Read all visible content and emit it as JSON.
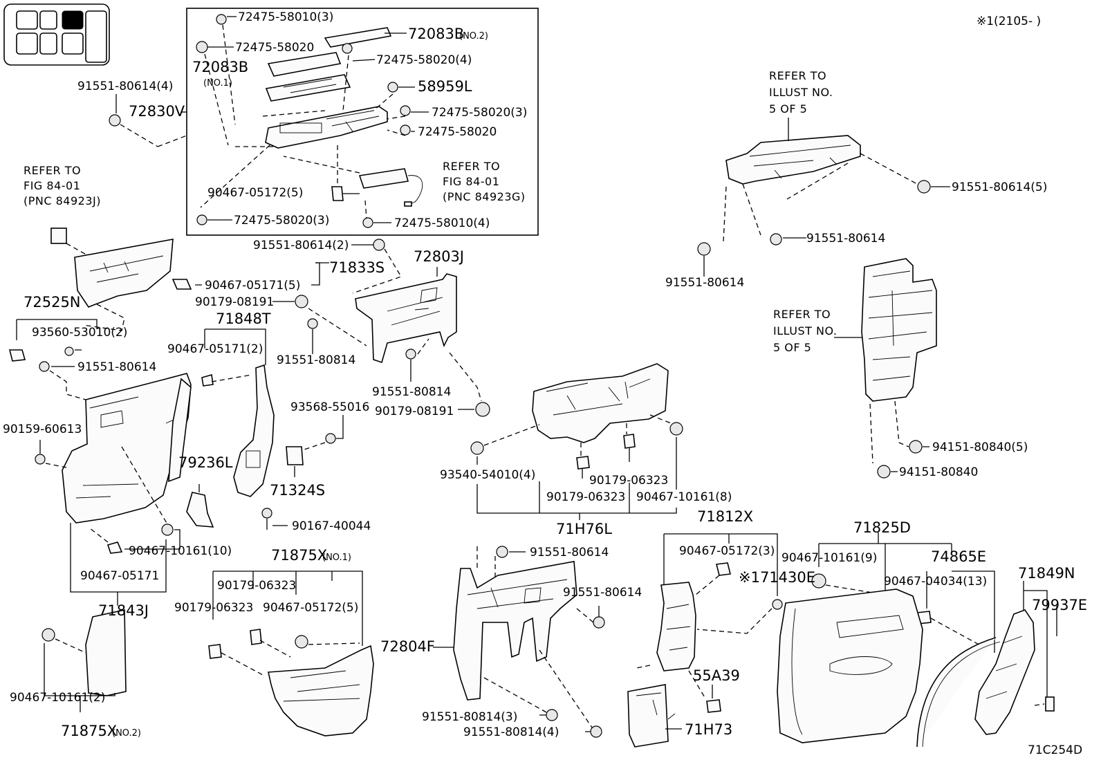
{
  "header": {
    "note": "※1(2105-  )",
    "figure_code": "71C254D"
  },
  "legend": {
    "cells": [
      {
        "id": "front-left",
        "filled": false
      },
      {
        "id": "front-center",
        "filled": true
      },
      {
        "id": "front-right",
        "filled": false
      },
      {
        "id": "rear-left",
        "filled": false
      },
      {
        "id": "rear-center",
        "filled": false
      },
      {
        "id": "rear-right",
        "filled": false
      }
    ]
  },
  "references": {
    "fig_84923J": [
      "REFER TO",
      "FIG 84-01",
      "(PNC 84923J)"
    ],
    "fig_84923G": [
      "REFER TO",
      "FIG 84-01",
      "(PNC 84923G)"
    ],
    "illust_upper": [
      "REFER TO",
      "ILLUST NO.",
      "5 OF 5"
    ],
    "illust_lower": [
      "REFER TO",
      "ILLUST NO.",
      "5 OF 5"
    ]
  },
  "inset_box": {
    "p_72475_58010_3": "72475-58010(3)",
    "p_72083B_no2": "72083B",
    "p_72083B_no2_sub": "(NO.2)",
    "p_72475_58020_a": "72475-58020",
    "p_72475_58020_4": "72475-58020(4)",
    "p_72083B_no1": "72083B",
    "p_72083B_no1_sub": "(NO.1)",
    "p_58959L": "58959L",
    "p_72475_58020_3a": "72475-58020(3)",
    "p_72475_58020_b": "72475-58020",
    "p_90467_05172_5": "90467-05172(5)",
    "p_72475_58020_3b": "72475-58020(3)",
    "p_72475_58010_4": "72475-58010(4)"
  },
  "left_parts": {
    "p_91551_80614_4": "91551-80614(4)",
    "p_72830V": "72830V",
    "p_72525N": "72525N",
    "p_93560_53010_2": "93560-53010(2)",
    "p_91551_80614": "91551-80614",
    "p_90159_60613": "90159-60613",
    "p_71833S": "71833S",
    "p_90467_05171_5": "90467-05171(5)",
    "p_91551_80614_2": "91551-80614(2)",
    "p_90179_08191_a": "90179-08191",
    "p_91551_80814_a": "91551-80814",
    "p_71848T": "71848T",
    "p_90467_05171_2": "90467-05171(2)",
    "p_93568_55016": "93568-55016",
    "p_79236L": "79236L",
    "p_71324S": "71324S",
    "p_90467_10161_10": "90467-10161(10)",
    "p_90467_05171": "90467-05171",
    "p_71843J": "71843J",
    "p_90467_10161_2": "90467-10161(2)",
    "p_71875X_no2": "71875X",
    "p_71875X_no2_sub": "(NO.2)"
  },
  "center_parts": {
    "p_72803J": "72803J",
    "p_91551_80814_b": "91551-80814",
    "p_90179_08191_b": "90179-08191",
    "p_93540_54010_4": "93540-54010(4)",
    "p_90179_06323_a": "90179-06323",
    "p_90179_06323_b": "90179-06323",
    "p_90467_10161_8": "90467-10161(8)",
    "p_71H76L": "71H76L",
    "p_90167_40044": "90167-40044",
    "p_71875X_no1": "71875X",
    "p_71875X_no1_sub": "(NO.1)",
    "p_90179_06323_c": "90179-06323",
    "p_90179_06323_d": "90179-06323",
    "p_90467_05172_5b": "90467-05172(5)",
    "p_91551_80614_c": "91551-80614",
    "p_91551_80614_d": "91551-80614",
    "p_72804F": "72804F",
    "p_91551_80814_3": "91551-80814(3)",
    "p_91551_80814_4": "91551-80814(4)"
  },
  "right_parts": {
    "p_91551_80614_5": "91551-80614(5)",
    "p_91551_80614_e": "91551-80614",
    "p_91551_80614_f": "91551-80614",
    "p_94151_80840_5": "94151-80840(5)",
    "p_94151_80840": "94151-80840",
    "p_71812X": "71812X",
    "p_90467_05172_3": "90467-05172(3)",
    "p_71430E": "※171430E",
    "p_55A39": "55A39",
    "p_71H73": "71H73",
    "p_71825D": "71825D",
    "p_90467_10161_9": "90467-10161(9)",
    "p_74865E": "74865E",
    "p_90467_04034_13": "90467-04034(13)",
    "p_71849N": "71849N",
    "p_79937E": "79937E"
  }
}
